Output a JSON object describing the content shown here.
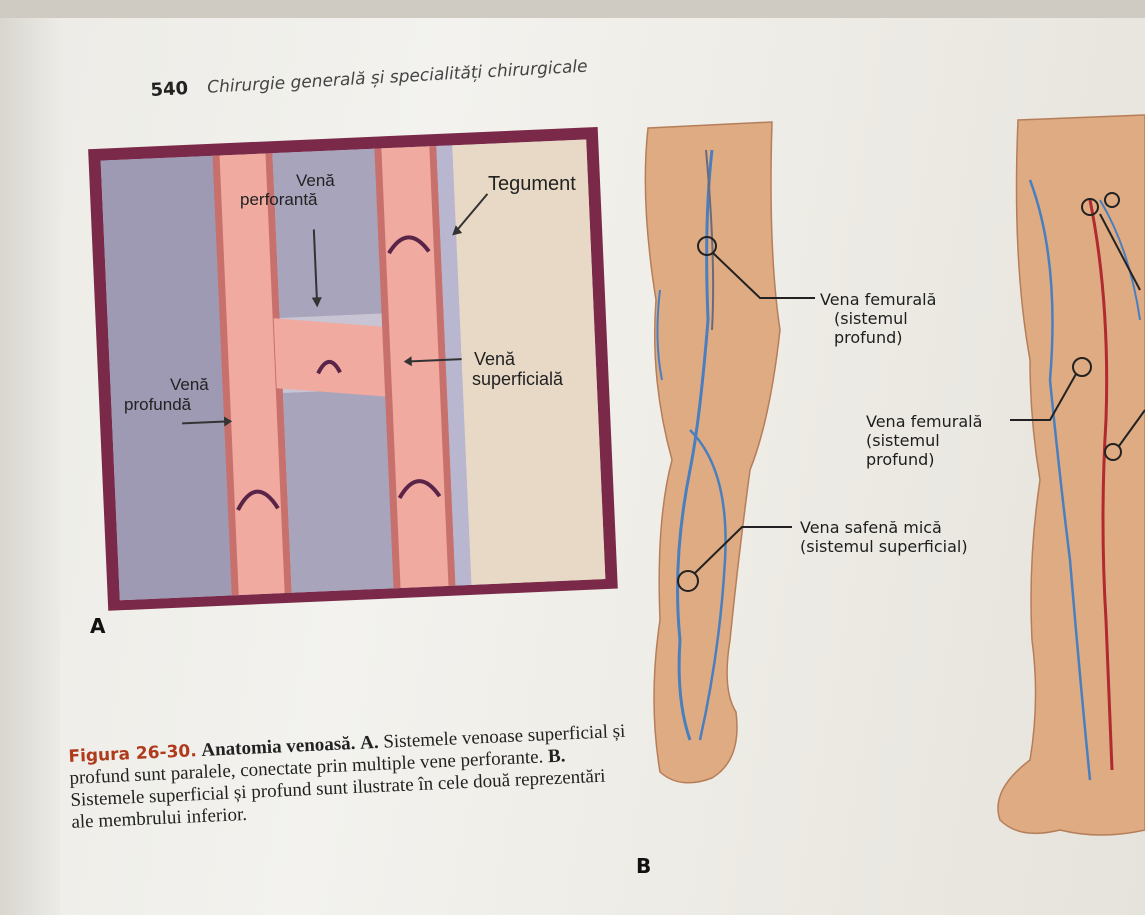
{
  "header": {
    "page_number": "540",
    "title": "Chirurgie generală și specialități chirurgicale"
  },
  "figure_a": {
    "letter": "A",
    "labels": {
      "perforating_l1": "Venă",
      "perforating_l2": "perforantă",
      "skin": "Tegument",
      "superficial_l1": "Venă",
      "superficial_l2": "superficială",
      "deep_l1": "Venă",
      "deep_l2": "profundă"
    }
  },
  "figure_b": {
    "letter": "B",
    "labels": {
      "femoral1_l1": "Vena femurală",
      "femoral1_l2": "(sistemul",
      "femoral1_l3": "profund)",
      "femoral2_l1": "Vena femurală",
      "femoral2_l2": "(sistemul",
      "femoral2_l3": "profund)",
      "saphena_l1": "Vena safenă mică",
      "saphena_l2": "(sistemul superficial)"
    }
  },
  "caption": {
    "number": "Figura 26-30.",
    "title": "Anatomia venoasă.",
    "a_marker": "A.",
    "a_text": "Sistemele venoase superficial și profund sunt paralele, conectate prin multiple vene perforante.",
    "b_marker": "B.",
    "b_text": "Sistemele superficial și profund sunt ilustrate în cele două reprezentări ale membrului inferior."
  },
  "colors": {
    "frame": "#7a2a48",
    "vein": "#f0aaa0",
    "leg": "#dfab82",
    "blue_vein": "#4a7fbf",
    "red_vein": "#b02a30",
    "caption_red": "#b03a1c"
  }
}
